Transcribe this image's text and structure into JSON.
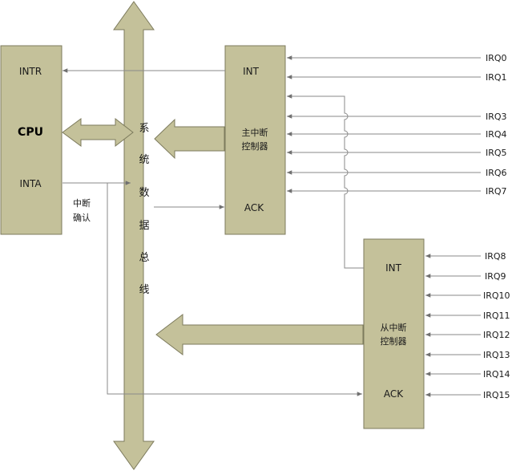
{
  "cpu": {
    "intr_label": "INTR",
    "title": "CPU",
    "inta_label": "INTA"
  },
  "ack_note": [
    "中断",
    "确认"
  ],
  "bus": {
    "chars": [
      "系",
      "统",
      "数",
      "据",
      "总",
      "线"
    ]
  },
  "master": {
    "int_label": "INT",
    "name_lines": [
      "主中断",
      "控制器"
    ],
    "ack_label": "ACK",
    "irqs": [
      "IRQ0",
      "IRQ1",
      "IRQ3",
      "IRQ4",
      "IRQ5",
      "IRQ6",
      "IRQ7"
    ]
  },
  "slave": {
    "int_label": "INT",
    "name_lines": [
      "从中断",
      "控制器"
    ],
    "ack_label": "ACK",
    "irqs": [
      "IRQ8",
      "IRQ9",
      "IRQ10",
      "IRQ11",
      "IRQ12",
      "IRQ13",
      "IRQ14",
      "IRQ15"
    ]
  },
  "colors": {
    "block_fill": "#c4c19a",
    "block_stroke": "#7c7a5c",
    "wire": "#8a8a8a"
  }
}
